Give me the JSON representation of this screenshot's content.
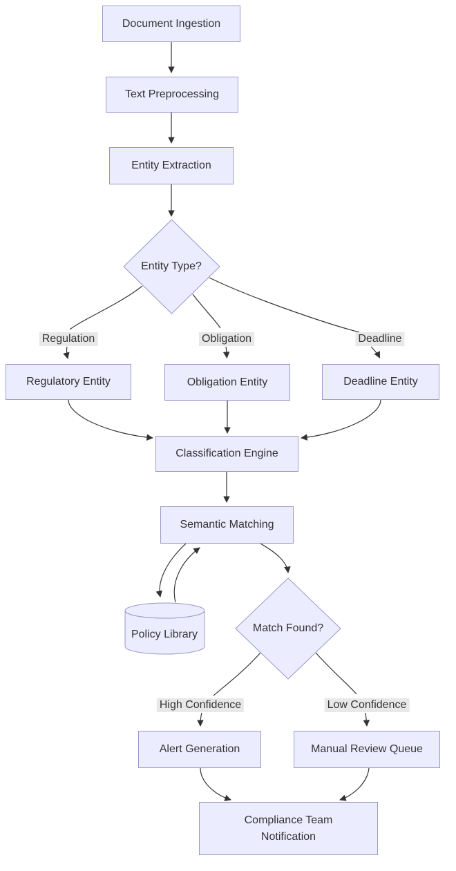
{
  "diagram": {
    "type": "flowchart",
    "direction": "top-down",
    "nodes": [
      {
        "id": "document_ingestion",
        "shape": "rect",
        "label": "Document Ingestion"
      },
      {
        "id": "text_preprocessing",
        "shape": "rect",
        "label": "Text Preprocessing"
      },
      {
        "id": "entity_extraction",
        "shape": "rect",
        "label": "Entity Extraction"
      },
      {
        "id": "entity_type",
        "shape": "diamond",
        "label": "Entity Type?"
      },
      {
        "id": "regulatory_entity",
        "shape": "rect",
        "label": "Regulatory Entity"
      },
      {
        "id": "obligation_entity",
        "shape": "rect",
        "label": "Obligation Entity"
      },
      {
        "id": "deadline_entity",
        "shape": "rect",
        "label": "Deadline Entity"
      },
      {
        "id": "classification_engine",
        "shape": "rect",
        "label": "Classification Engine"
      },
      {
        "id": "semantic_matching",
        "shape": "rect",
        "label": "Semantic Matching"
      },
      {
        "id": "policy_library",
        "shape": "cylinder",
        "label": "Policy Library"
      },
      {
        "id": "match_found",
        "shape": "diamond",
        "label": "Match Found?"
      },
      {
        "id": "alert_generation",
        "shape": "rect",
        "label": "Alert Generation"
      },
      {
        "id": "manual_review_queue",
        "shape": "rect",
        "label": "Manual Review Queue"
      },
      {
        "id": "compliance_notification",
        "shape": "rect",
        "label": "Compliance Team Notification"
      }
    ],
    "edge_labels": [
      {
        "text": "Regulation"
      },
      {
        "text": "Obligation"
      },
      {
        "text": "Deadline"
      },
      {
        "text": "High Confidence"
      },
      {
        "text": "Low Confidence"
      }
    ],
    "edges": [
      {
        "from": "Document Ingestion",
        "to": "Text Preprocessing",
        "label": ""
      },
      {
        "from": "Text Preprocessing",
        "to": "Entity Extraction",
        "label": ""
      },
      {
        "from": "Entity Extraction",
        "to": "Entity Type?",
        "label": ""
      },
      {
        "from": "Entity Type?",
        "to": "Regulatory Entity",
        "label": "Regulation"
      },
      {
        "from": "Entity Type?",
        "to": "Obligation Entity",
        "label": "Obligation"
      },
      {
        "from": "Entity Type?",
        "to": "Deadline Entity",
        "label": "Deadline"
      },
      {
        "from": "Regulatory Entity",
        "to": "Classification Engine",
        "label": ""
      },
      {
        "from": "Obligation Entity",
        "to": "Classification Engine",
        "label": ""
      },
      {
        "from": "Deadline Entity",
        "to": "Classification Engine",
        "label": ""
      },
      {
        "from": "Classification Engine",
        "to": "Semantic Matching",
        "label": ""
      },
      {
        "from": "Semantic Matching",
        "to": "Policy Library",
        "label": ""
      },
      {
        "from": "Policy Library",
        "to": "Semantic Matching",
        "label": ""
      },
      {
        "from": "Semantic Matching",
        "to": "Match Found?",
        "label": ""
      },
      {
        "from": "Match Found?",
        "to": "Alert Generation",
        "label": "High Confidence"
      },
      {
        "from": "Match Found?",
        "to": "Manual Review Queue",
        "label": "Low Confidence"
      },
      {
        "from": "Alert Generation",
        "to": "Compliance Team Notification",
        "label": ""
      },
      {
        "from": "Manual Review Queue",
        "to": "Compliance Team Notification",
        "label": ""
      }
    ],
    "colors": {
      "node_fill": "#ECECFF",
      "node_border": "#9898C8",
      "edge": "#333333",
      "text": "#333333",
      "edge_label_bg": "#E8E8E8",
      "background": "#FFFFFF"
    }
  }
}
